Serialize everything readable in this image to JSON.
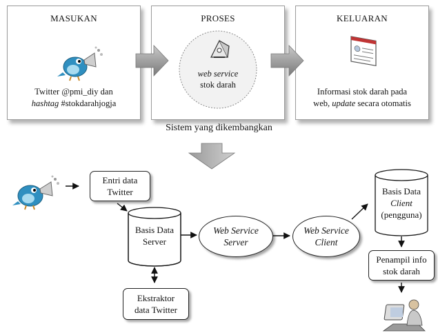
{
  "panels": {
    "input": {
      "title": "MASUKAN",
      "line1": "Twitter @pmi_diy dan",
      "line2_em": "hashtag",
      "line2_rest": " #stokdarahjogja"
    },
    "process": {
      "title": "PROSES",
      "line1_em": "web service",
      "line2": "stok darah"
    },
    "output": {
      "title": "KELUARAN",
      "line1": "Informasi stok darah pada",
      "line2_pre": "web, ",
      "line2_em": "update",
      "line2_rest": " secara otomatis"
    }
  },
  "system_caption": "Sistem yang dikembangkan",
  "nodes": {
    "entri": {
      "line1": "Entri data",
      "line2": "Twitter"
    },
    "db_server": {
      "line1": "Basis Data",
      "line2": "Server"
    },
    "ws_server": {
      "line1": "Web Service",
      "line2": "Server"
    },
    "ws_client": {
      "line1": "Web Service",
      "line2": "Client"
    },
    "db_client": {
      "line1": "Basis Data",
      "line2": "Client",
      "line3": "(pengguna)"
    },
    "extractor": {
      "line1": "Ekstraktor",
      "line2": "data Twitter"
    },
    "display": {
      "line1": "Penampil info",
      "line2": "stok darah"
    }
  },
  "icons": {
    "twitter_bird": "bird-megaphone-icon",
    "web_service": "web-service-icon",
    "web_page": "web-page-icon",
    "user": "user-computer-icon"
  }
}
